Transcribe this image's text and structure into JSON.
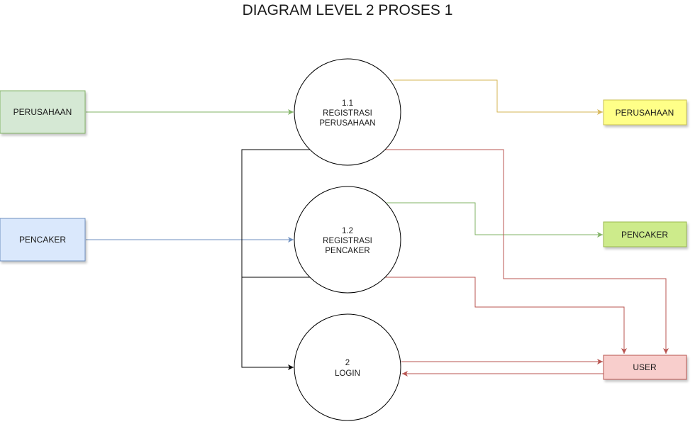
{
  "title": "DIAGRAM LEVEL 2 PROSES 1",
  "entities": {
    "perusahaan_source": {
      "label": "PERUSAHAAN",
      "fill": "#d5e8d4",
      "stroke": "#82b366"
    },
    "pencaker_source": {
      "label": "PENCAKER",
      "fill": "#dae8fc",
      "stroke": "#6c8ebf"
    },
    "perusahaan_target": {
      "label": "PERUSAHAAN",
      "fill": "#ffff88",
      "stroke": "#c9c050"
    },
    "pencaker_target": {
      "label": "PENCAKER",
      "fill": "#cdeb8b",
      "stroke": "#9aba4f"
    },
    "user": {
      "label": "USER",
      "fill": "#f8cecc",
      "stroke": "#b85450"
    }
  },
  "processes": {
    "p1_1": {
      "number": "1.1",
      "line1": "REGISTRASI",
      "line2": "PERUSAHAAN"
    },
    "p1_2": {
      "number": "1.2",
      "line1": "REGISTRASI",
      "line2": "PENCAKER"
    },
    "p2": {
      "number": "2",
      "line1": "LOGIN"
    }
  },
  "edge_colors": {
    "green": "#82b366",
    "blue": "#6c8ebf",
    "yellow": "#d6b656",
    "red": "#b85450",
    "black": "#000000"
  }
}
